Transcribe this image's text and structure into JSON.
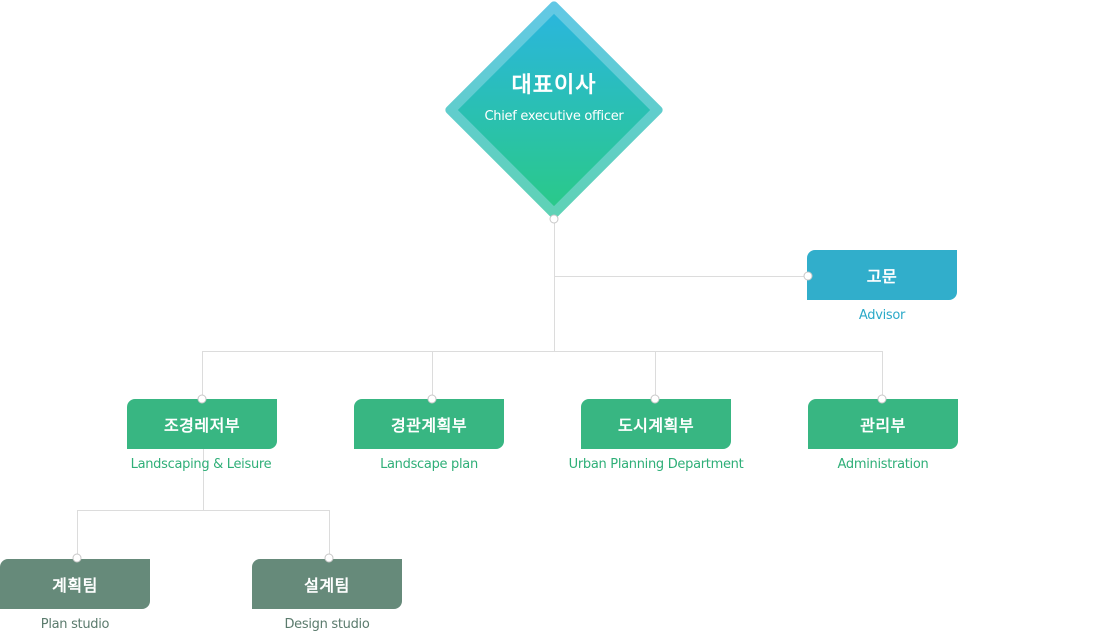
{
  "ceo": {
    "title_ko": "대표이사",
    "title_en": "Chief executive officer"
  },
  "advisor": {
    "title_ko": "고문",
    "title_en": "Advisor"
  },
  "departments": [
    {
      "title_ko": "조경레저부",
      "title_en": "Landscaping & Leisure"
    },
    {
      "title_ko": "경관계획부",
      "title_en": "Landscape plan"
    },
    {
      "title_ko": "도시계획부",
      "title_en": "Urban Planning Department"
    },
    {
      "title_ko": "관리부",
      "title_en": "Administration"
    }
  ],
  "teams": [
    {
      "title_ko": "계획팀",
      "title_en": "Plan studio"
    },
    {
      "title_ko": "설계팀",
      "title_en": "Design studio"
    }
  ],
  "colors": {
    "ceo_top": "#2ab6dc",
    "ceo_bottom": "#2ac98a",
    "advisor": "#31aecb",
    "department": "#38b682",
    "team": "#668a7a",
    "connector": "#dcdcdc"
  }
}
